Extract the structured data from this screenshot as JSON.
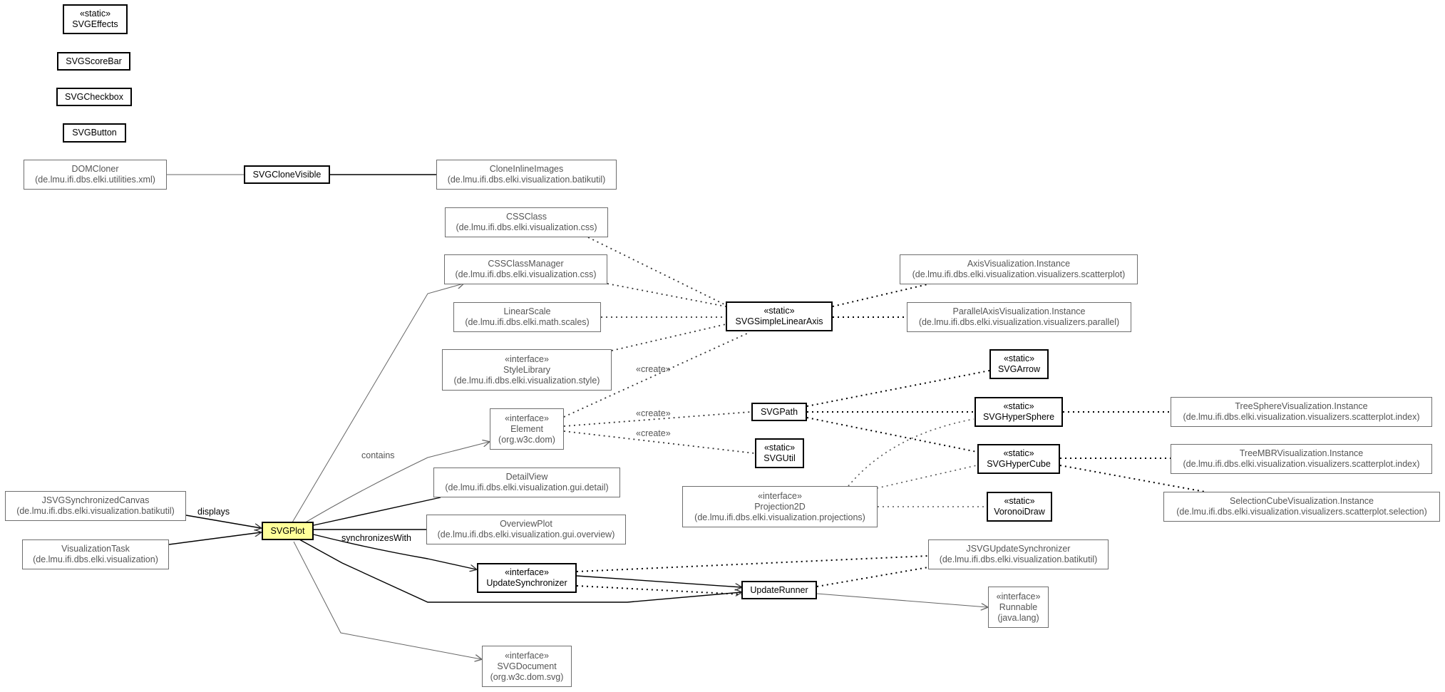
{
  "nodes": {
    "svgeffects": {
      "stereotype": "«static»",
      "name": "SVGEffects"
    },
    "svgscorebar": {
      "name": "SVGScoreBar"
    },
    "svgcheckbox": {
      "name": "SVGCheckbox"
    },
    "svgbutton": {
      "name": "SVGButton"
    },
    "domcloner": {
      "name": "DOMCloner",
      "package": "(de.lmu.ifi.dbs.elki.utilities.xml)"
    },
    "svgclonevisible": {
      "name": "SVGCloneVisible"
    },
    "cloneinlineimages": {
      "name": "CloneInlineImages",
      "package": "(de.lmu.ifi.dbs.elki.visualization.batikutil)"
    },
    "cssclass": {
      "name": "CSSClass",
      "package": "(de.lmu.ifi.dbs.elki.visualization.css)"
    },
    "cssclassmanager": {
      "name": "CSSClassManager",
      "package": "(de.lmu.ifi.dbs.elki.visualization.css)"
    },
    "linearscale": {
      "name": "LinearScale",
      "package": "(de.lmu.ifi.dbs.elki.math.scales)"
    },
    "stylelibrary": {
      "stereotype": "«interface»",
      "name": "StyleLibrary",
      "package": "(de.lmu.ifi.dbs.elki.visualization.style)"
    },
    "element": {
      "stereotype": "«interface»",
      "name": "Element",
      "package": "(org.w3c.dom)"
    },
    "detailview": {
      "name": "DetailView",
      "package": "(de.lmu.ifi.dbs.elki.visualization.gui.detail)"
    },
    "overviewplot": {
      "name": "OverviewPlot",
      "package": "(de.lmu.ifi.dbs.elki.visualization.gui.overview)"
    },
    "jsvgsynccanvas": {
      "name": "JSVGSynchronizedCanvas",
      "package": "(de.lmu.ifi.dbs.elki.visualization.batikutil)"
    },
    "vistask": {
      "name": "VisualizationTask",
      "package": "(de.lmu.ifi.dbs.elki.visualization)"
    },
    "svgplot": {
      "name": "SVGPlot"
    },
    "updatesync": {
      "stereotype": "«interface»",
      "name": "UpdateSynchronizer"
    },
    "svgdocument": {
      "stereotype": "«interface»",
      "name": "SVGDocument",
      "package": "(org.w3c.dom.svg)"
    },
    "svgsimplelinearaxis": {
      "stereotype": "«static»",
      "name": "SVGSimpleLinearAxis"
    },
    "axisvis": {
      "name": "AxisVisualization.Instance",
      "package": "(de.lmu.ifi.dbs.elki.visualization.visualizers.scatterplot)"
    },
    "parallelaxis": {
      "name": "ParallelAxisVisualization.Instance",
      "package": "(de.lmu.ifi.dbs.elki.visualization.visualizers.parallel)"
    },
    "svgarrow": {
      "stereotype": "«static»",
      "name": "SVGArrow"
    },
    "svgpath": {
      "name": "SVGPath"
    },
    "svghypersphere": {
      "stereotype": "«static»",
      "name": "SVGHyperSphere"
    },
    "svgutil": {
      "stereotype": "«static»",
      "name": "SVGUtil"
    },
    "svghypercube": {
      "stereotype": "«static»",
      "name": "SVGHyperCube"
    },
    "treesphere": {
      "name": "TreeSphereVisualization.Instance",
      "package": "(de.lmu.ifi.dbs.elki.visualization.visualizers.scatterplot.index)"
    },
    "treembr": {
      "name": "TreeMBRVisualization.Instance",
      "package": "(de.lmu.ifi.dbs.elki.visualization.visualizers.scatterplot.index)"
    },
    "selectioncube": {
      "name": "SelectionCubeVisualization.Instance",
      "package": "(de.lmu.ifi.dbs.elki.visualization.visualizers.scatterplot.selection)"
    },
    "projection2d": {
      "stereotype": "«interface»",
      "name": "Projection2D",
      "package": "(de.lmu.ifi.dbs.elki.visualization.projections)"
    },
    "voronoidraw": {
      "stereotype": "«static»",
      "name": "VoronoiDraw"
    },
    "jsvgupdatesync": {
      "name": "JSVGUpdateSynchronizer",
      "package": "(de.lmu.ifi.dbs.elki.visualization.batikutil)"
    },
    "updaterunner": {
      "name": "UpdateRunner"
    },
    "runnable": {
      "stereotype": "«interface»",
      "name": "Runnable",
      "package": "(java.lang)"
    }
  },
  "edge_labels": {
    "contains": "contains",
    "displays": "displays",
    "synchronizes_with": "synchronizesWith",
    "create_1": "«create»",
    "create_2": "«create»",
    "create_3": "«create»"
  }
}
